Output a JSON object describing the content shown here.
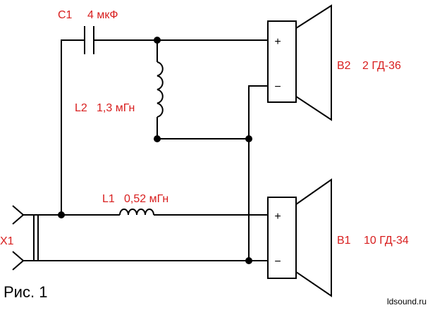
{
  "figure": {
    "caption": "Рис. 1",
    "watermark": "ldsound.ru"
  },
  "components": {
    "c1": "C1",
    "c1_value": "4 мкФ",
    "l2": "L2",
    "l2_value": "1,3 мГн",
    "l1": "L1",
    "l1_value": "0,52 мГн",
    "x1": "X1",
    "b2": "B2",
    "b2_value": "2 ГД-36",
    "b1": "B1",
    "b1_value": "10 ГД-34"
  },
  "terminals": {
    "plus": "+",
    "minus": "−"
  },
  "colors": {
    "label": "#d81e1e",
    "wire": "#000000"
  }
}
